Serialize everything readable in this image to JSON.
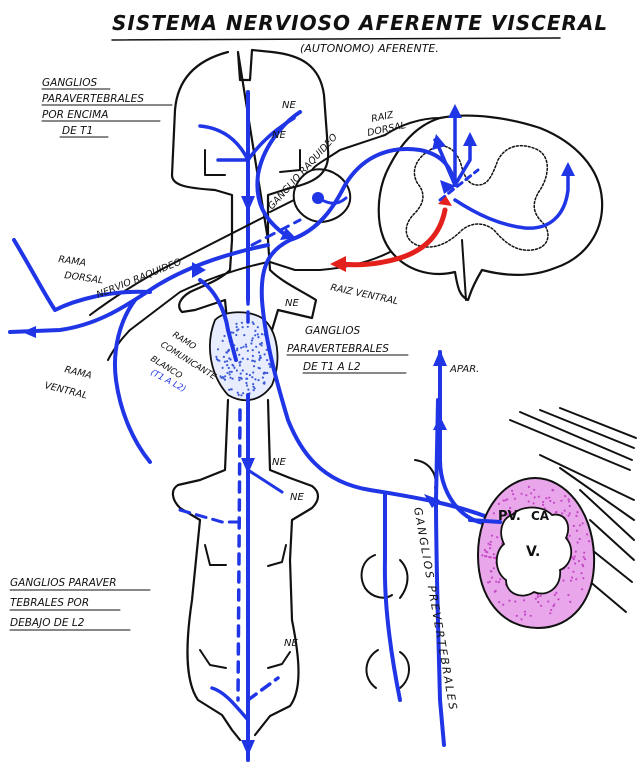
{
  "title": "SISTEMA NERVIOSO AFERENTE VISCERAL",
  "subtitle": "(AUTONOMO) AFERENTE.",
  "labels": {
    "ganglios_arriba": [
      "GANGLIOS",
      "PARAVERTEBRALES",
      "POR ENCIMA",
      "DE T1"
    ],
    "ganglios_paravertebrales_t1_l2": [
      "GANGLIOS",
      "PARAVERTEBRALES",
      "DE T1 A L2"
    ],
    "ganglios_abajo": [
      "GANGLIOS PARAVER",
      "TEBRALES POR",
      "DEBAJO DE L2"
    ],
    "raiz_dorsal": [
      "RAIZ",
      "DORSAL"
    ],
    "raiz_ventral": "RAIZ VENTRAL",
    "ganglio_raquideo": "GANGLIO RAQUIDEO",
    "nervio_raquideo": "NERVIO RAQUIDEO",
    "rama_dorsal": [
      "RAMA",
      "DORSAL"
    ],
    "rama_ventral": [
      "RAMA",
      "VENTRAL"
    ],
    "ramo_comunicante": [
      "RAMO",
      "COMUNICANTE",
      "BLANCO"
    ],
    "ramo_range": "(T1 A L2)",
    "ne": "NE",
    "ganglios_prevertebrales": "GANGLIOS PREVERTEBRALES",
    "pv_label": "PV.",
    "pv_code": "CA",
    "viscera": "V.",
    "apar": "APAR."
  },
  "colors": {
    "ink": "#111111",
    "nerve": "#1f35e6",
    "efferent": "#e3201b",
    "viscera_fill": "#e9a6ea",
    "viscera_dots": "#c548c8",
    "ganglion_dots": "#3e5bd6"
  }
}
